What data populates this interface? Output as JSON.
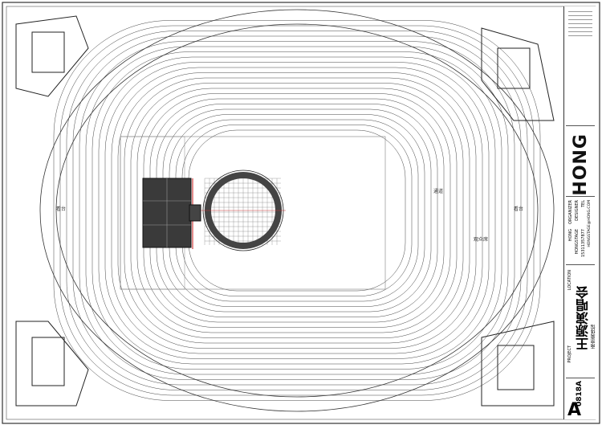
{
  "drawing": {
    "sheet_letter": "A",
    "sheet_number": "0818A",
    "logo_text": "HONG"
  },
  "title_block": {
    "project_label": "PROJECT",
    "project_name": "王源演唱会",
    "location_label": "LOCATION",
    "location_name": "南京奥体馆",
    "fields": [
      {
        "label": "ORGANIZER",
        "value": "HONG"
      },
      {
        "label": "DESIGNER",
        "value": "HONGSTAGE"
      },
      {
        "label": "TEL",
        "value": "15311357877"
      }
    ],
    "email": "HONGSTAGE@HONG.COM"
  },
  "venue_labels": {
    "left_stand": "看台",
    "right_stand": "看台",
    "right_block": "通道",
    "right_block2": "观众席"
  },
  "colors": {
    "line": "#222222",
    "stage": "#333333",
    "stage_accent": "#d04040",
    "ring": "#444444",
    "grid": "#777777"
  }
}
